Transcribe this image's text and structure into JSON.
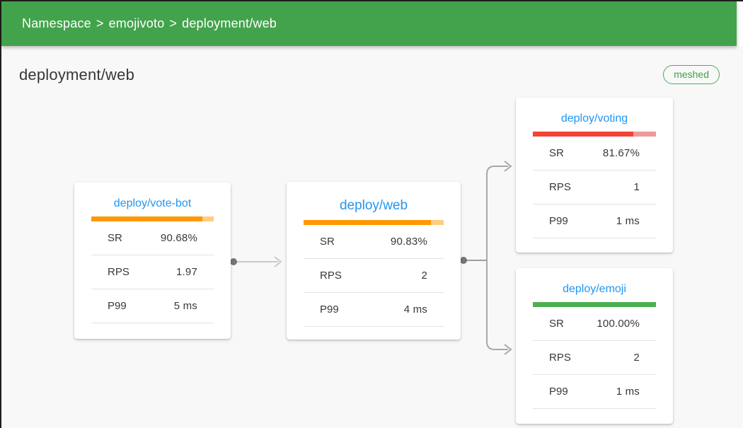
{
  "header": {
    "breadcrumb_parts": [
      "Namespace",
      "emojivoto",
      "deployment/web"
    ],
    "separator": ">"
  },
  "page": {
    "title": "deployment/web",
    "meshed_badge": "meshed"
  },
  "colors": {
    "appbar_green": "#43a34c",
    "badge_green": "#4caf50",
    "node_title_blue": "#2196f3",
    "success_green": "#4caf50",
    "warning_orange": "#ff9800",
    "warning_orange_light": "#ffcc80",
    "danger_red": "#f44336",
    "danger_red_light": "#ef9a9a"
  },
  "metric_labels": {
    "sr": "SR",
    "rps": "RPS",
    "p99": "P99"
  },
  "nodes": [
    {
      "id": "vote-bot",
      "title": "deploy/vote-bot",
      "bar_percent": 90.68,
      "bar_color": "#ff9800",
      "bar_bg_color": "#ffcc80",
      "metrics": [
        {
          "label": "SR",
          "value": "90.68%"
        },
        {
          "label": "RPS",
          "value": "1.97"
        },
        {
          "label": "P99",
          "value": "5 ms"
        }
      ]
    },
    {
      "id": "web",
      "title": "deploy/web",
      "bar_percent": 90.83,
      "bar_color": "#ff9800",
      "bar_bg_color": "#ffcc80",
      "metrics": [
        {
          "label": "SR",
          "value": "90.83%"
        },
        {
          "label": "RPS",
          "value": "2"
        },
        {
          "label": "P99",
          "value": "4 ms"
        }
      ]
    },
    {
      "id": "voting",
      "title": "deploy/voting",
      "bar_percent": 81.67,
      "bar_color": "#f44336",
      "bar_bg_color": "#ef9a9a",
      "metrics": [
        {
          "label": "SR",
          "value": "81.67%"
        },
        {
          "label": "RPS",
          "value": "1"
        },
        {
          "label": "P99",
          "value": "1 ms"
        }
      ]
    },
    {
      "id": "emoji",
      "title": "deploy/emoji",
      "bar_percent": 100,
      "bar_color": "#4caf50",
      "bar_bg_color": "#a5d6a7",
      "metrics": [
        {
          "label": "SR",
          "value": "100.00%"
        },
        {
          "label": "RPS",
          "value": "2"
        },
        {
          "label": "P99",
          "value": "1 ms"
        }
      ]
    }
  ],
  "edges": [
    {
      "from": "deploy/vote-bot",
      "to": "deploy/web"
    },
    {
      "from": "deploy/web",
      "to": "deploy/voting"
    },
    {
      "from": "deploy/web",
      "to": "deploy/emoji"
    }
  ]
}
